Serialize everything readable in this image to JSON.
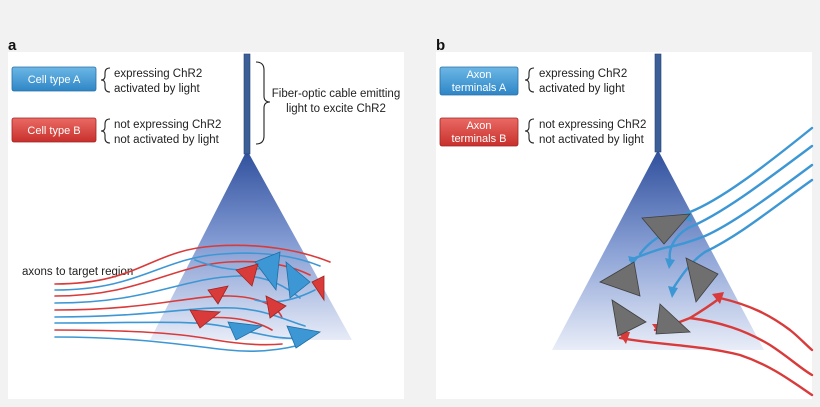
{
  "panel_a": {
    "letter": "a",
    "legend": [
      {
        "label": "Cell type A",
        "line1": "expressing ChR2",
        "line2": "activated by light"
      },
      {
        "label": "Cell type B",
        "line1": "not expressing ChR2",
        "line2": "not activated by light"
      }
    ],
    "fiber_note_line1": "Fiber-optic cable emitting",
    "fiber_note_line2": "light to excite ChR2",
    "axons_label": "axons to target region"
  },
  "panel_b": {
    "letter": "b",
    "legend": [
      {
        "label_line1": "Axon",
        "label_line2": "terminals A",
        "line1": "expressing ChR2",
        "line2": "activated by light"
      },
      {
        "label_line1": "Axon",
        "label_line2": "terminals B",
        "line1": "not expressing ChR2",
        "line2": "not activated by light"
      }
    ]
  },
  "colors": {
    "blue": "#3d97d4",
    "red": "#d93a3a",
    "gray_cell": "#6f6f6f",
    "fiber": "#3c5f98",
    "panel_bg": "#ffffff"
  }
}
